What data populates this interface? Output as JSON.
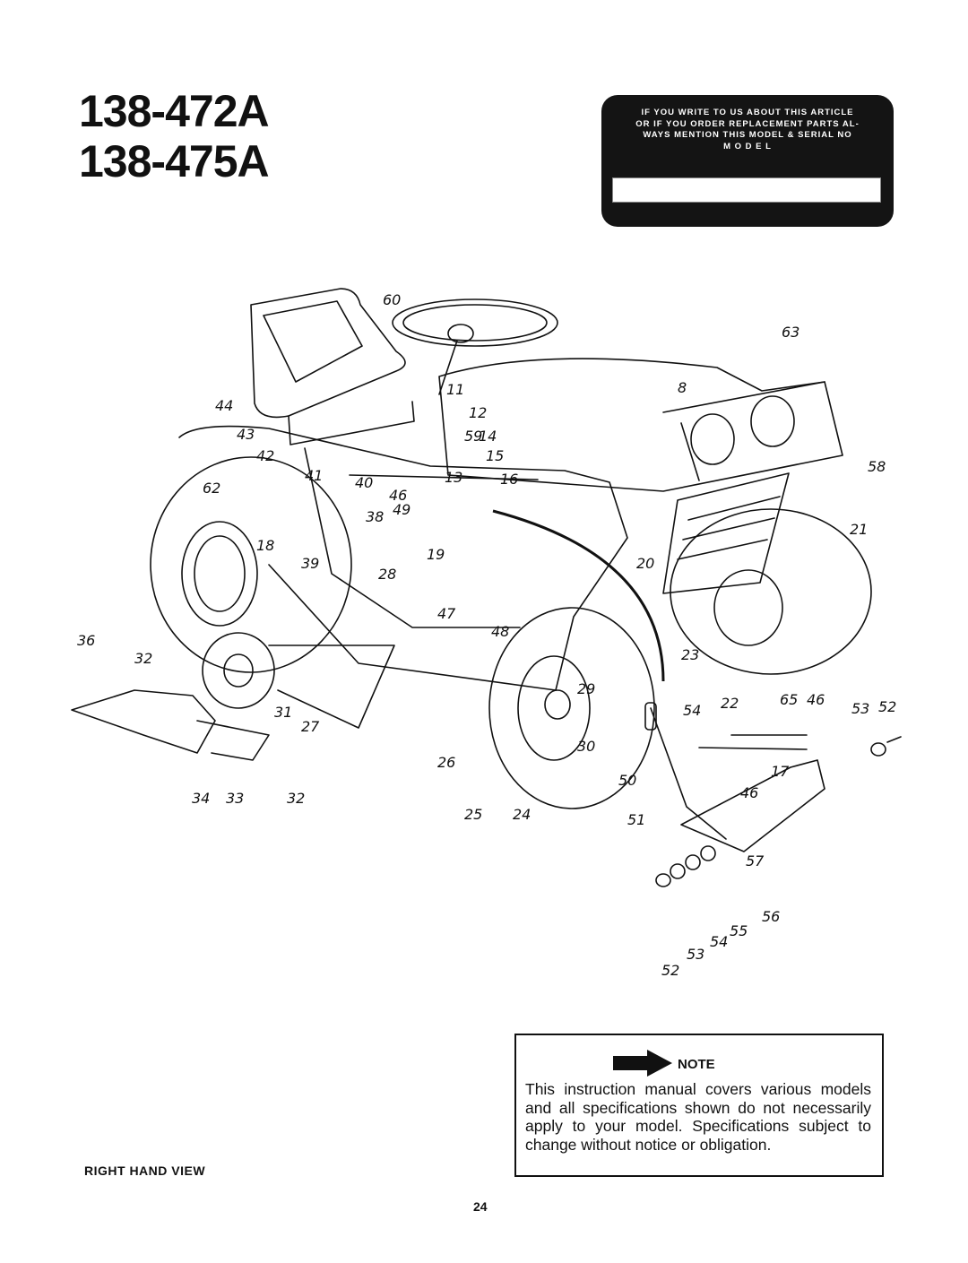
{
  "header": {
    "models": [
      "138-472A",
      "138-475A"
    ]
  },
  "info_box": {
    "lines": [
      "IF YOU WRITE TO US ABOUT THIS ARTICLE",
      "OR IF YOU ORDER REPLACEMENT PARTS AL-",
      "WAYS MENTION THIS MODEL & SERIAL NO",
      "M O D E L"
    ],
    "model_value": ""
  },
  "diagram": {
    "callouts": [
      "60",
      "63",
      "8",
      "58",
      "21",
      "11",
      "12",
      "59",
      "14",
      "15",
      "16",
      "44",
      "43",
      "42",
      "41",
      "40",
      "46",
      "62",
      "38",
      "49",
      "13",
      "18",
      "39",
      "28",
      "19",
      "20",
      "47",
      "48",
      "36",
      "32",
      "23",
      "29",
      "22",
      "65",
      "46",
      "53",
      "52",
      "54",
      "31",
      "27",
      "30",
      "26",
      "50",
      "17",
      "46",
      "34",
      "33",
      "32",
      "25",
      "24",
      "51",
      "57",
      "56",
      "55",
      "54",
      "53",
      "52"
    ]
  },
  "note": {
    "title": "NOTE",
    "body": "This instruction manual covers various models and all specifications shown do not necessarily apply to your model. Specifications subject to change without notice or obligation."
  },
  "footer": {
    "view_label": "RIGHT HAND VIEW",
    "page_number": "24"
  }
}
